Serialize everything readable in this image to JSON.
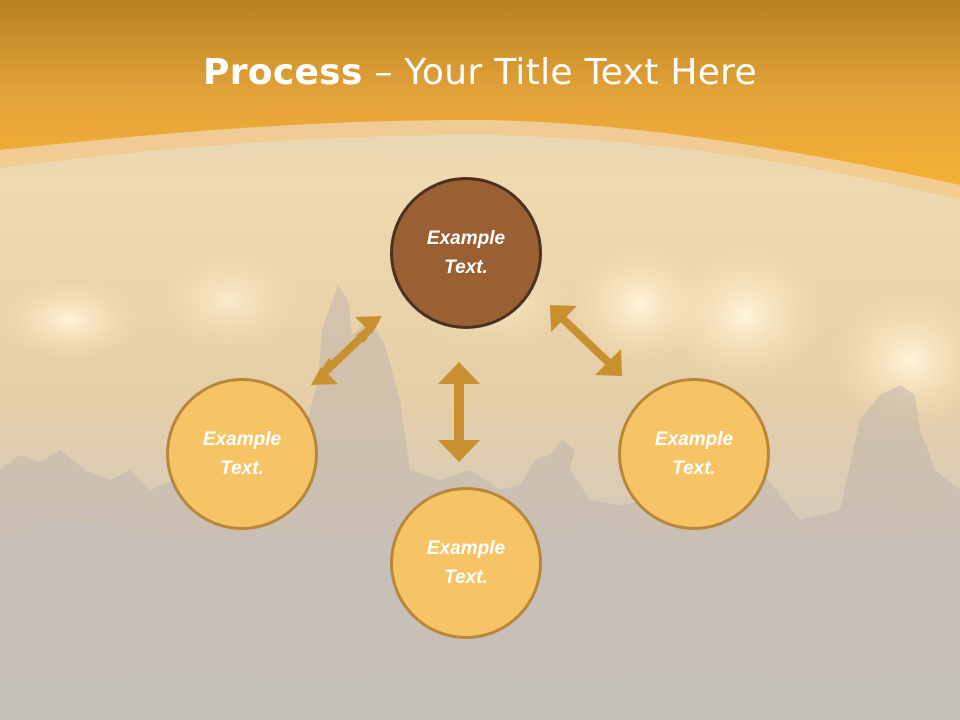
{
  "title": {
    "bold": "Process",
    "rest": " – Your Title Text Here"
  },
  "diagram": {
    "center": "Example Text.",
    "left": "Example Text.",
    "right": "Example Text.",
    "bottom": "Example Text."
  },
  "colors": {
    "header_orange": "#f0a92e",
    "center_fill": "#9a5f32",
    "center_border": "#4a3120",
    "node_fill": "#f6c466",
    "node_border": "#b8873a",
    "arrow": "#c9902f"
  }
}
